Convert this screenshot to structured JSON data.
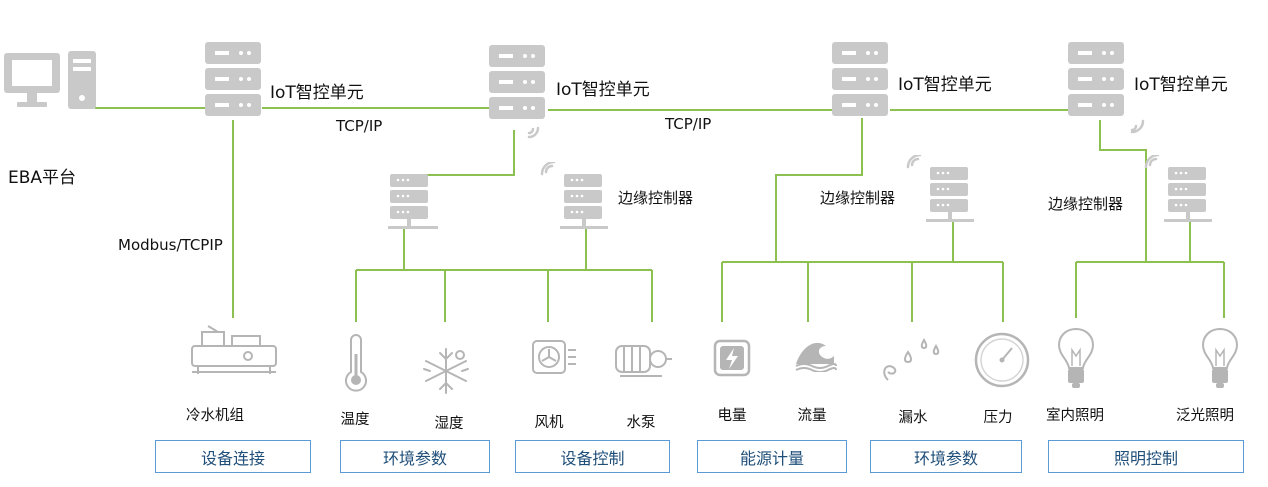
{
  "platform": {
    "label": "EBA平台",
    "icon": "computer-icon"
  },
  "iot_units": [
    {
      "label": "IoT智控单元"
    },
    {
      "label": "IoT智控单元"
    },
    {
      "label": "IoT智控单元"
    },
    {
      "label": "IoT智控单元"
    }
  ],
  "protocols": {
    "tcp1": "TCP/IP",
    "tcp2": "TCP/IP",
    "modbus": "Modbus/TCPIP"
  },
  "edge_controllers": [
    {
      "label": "边缘控制器"
    },
    {
      "label": "边缘控制器"
    },
    {
      "label": "边缘控制器"
    }
  ],
  "devices": [
    {
      "label": "冷水机组",
      "icon": "chiller-icon"
    },
    {
      "label": "温度",
      "icon": "thermometer-icon"
    },
    {
      "label": "湿度",
      "icon": "humidity-icon"
    },
    {
      "label": "风机",
      "icon": "fan-icon"
    },
    {
      "label": "水泵",
      "icon": "pump-icon"
    },
    {
      "label": "电量",
      "icon": "electricity-icon"
    },
    {
      "label": "流量",
      "icon": "flow-icon"
    },
    {
      "label": "漏水",
      "icon": "water-leak-icon"
    },
    {
      "label": "压力",
      "icon": "pressure-gauge-icon"
    },
    {
      "label": "室内照明",
      "icon": "bulb-icon"
    },
    {
      "label": "泛光照明",
      "icon": "bulb-icon"
    }
  ],
  "categories": [
    {
      "label": "设备连接"
    },
    {
      "label": "环境参数"
    },
    {
      "label": "设备控制"
    },
    {
      "label": "能源计量"
    },
    {
      "label": "环境参数"
    },
    {
      "label": "照明控制"
    }
  ],
  "colors": {
    "wire": "#8cc152",
    "server": "#c9c9c9",
    "category_border": "#5b9bd5",
    "category_text": "#1f4e79"
  }
}
